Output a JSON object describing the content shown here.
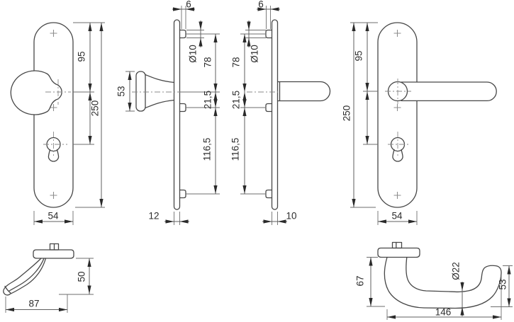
{
  "drawing_title": "door-fitting-dimension-drawing",
  "colors": {
    "object_line": "#474747",
    "dimension_line": "#5f5f5f",
    "text": "#2d2d2d",
    "background": "#ffffff"
  },
  "figures": {
    "knob_plate_front": {
      "dims": {
        "to_center": "95",
        "total": "250",
        "width": "54"
      }
    },
    "knob_side": {
      "dims": {
        "boss": "6",
        "hole": "Ø10",
        "to_center": "78",
        "knob_height": "53",
        "center_screw": "21,5",
        "screw_screw": "116,5",
        "depth": "12"
      }
    },
    "lever_side": {
      "dims": {
        "boss": "6",
        "hole": "Ø10",
        "to_center": "78",
        "center_screw": "21,5",
        "screw_screw": "116,5",
        "depth": "10"
      }
    },
    "lever_plate_front": {
      "dims": {
        "to_center": "95",
        "total": "250",
        "width": "54"
      }
    },
    "knob_profile": {
      "dims": {
        "height": "50",
        "projection": "87"
      }
    },
    "lever_top": {
      "dims": {
        "projection": "67",
        "grip": "Ø22",
        "end": "53",
        "length": "146"
      }
    }
  }
}
